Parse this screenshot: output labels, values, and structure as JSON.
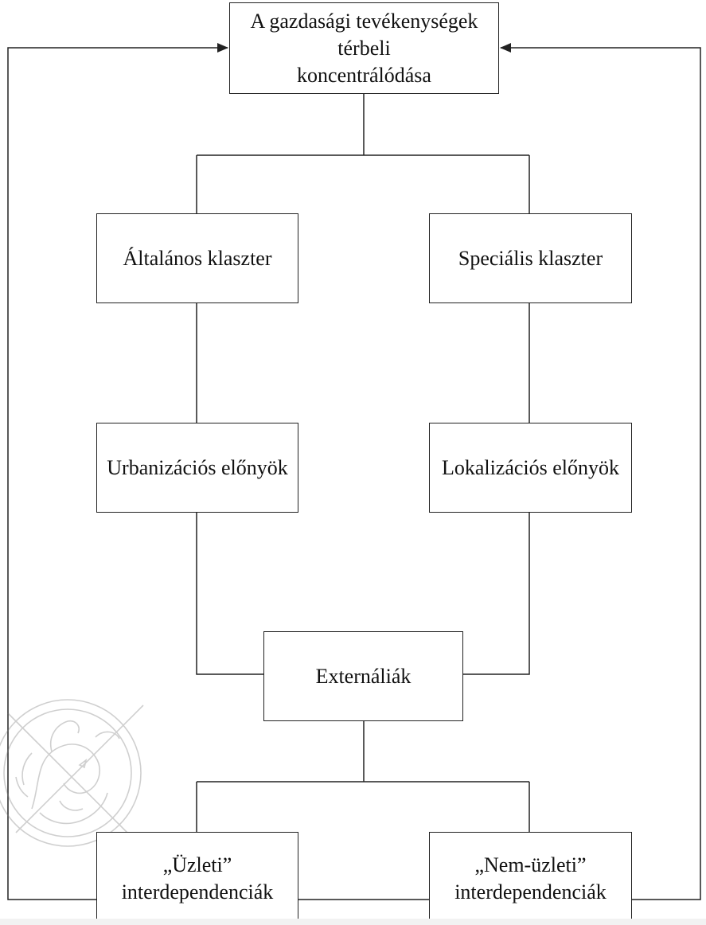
{
  "diagram": {
    "top_box": {
      "line1": "A gazdasági tevékenységek térbeli",
      "line2": "koncentrálódása"
    },
    "general_cluster": "Általános klaszter",
    "special_cluster": "Speciális klaszter",
    "urbanization": "Urbanizációs előnyök",
    "localization": "Lokalizációs előnyök",
    "externalities": "Externáliák",
    "business": {
      "line1": "„Üzleti”",
      "line2": "interdependenciák"
    },
    "non_business": {
      "line1": "„Nem-üzleti”",
      "line2": "interdependenciák"
    }
  },
  "colors": {
    "line": "#222222",
    "background": "#ffffff",
    "watermark": "#777777"
  },
  "icons": {
    "watermark": "griffin-seal-watermark-icon"
  }
}
